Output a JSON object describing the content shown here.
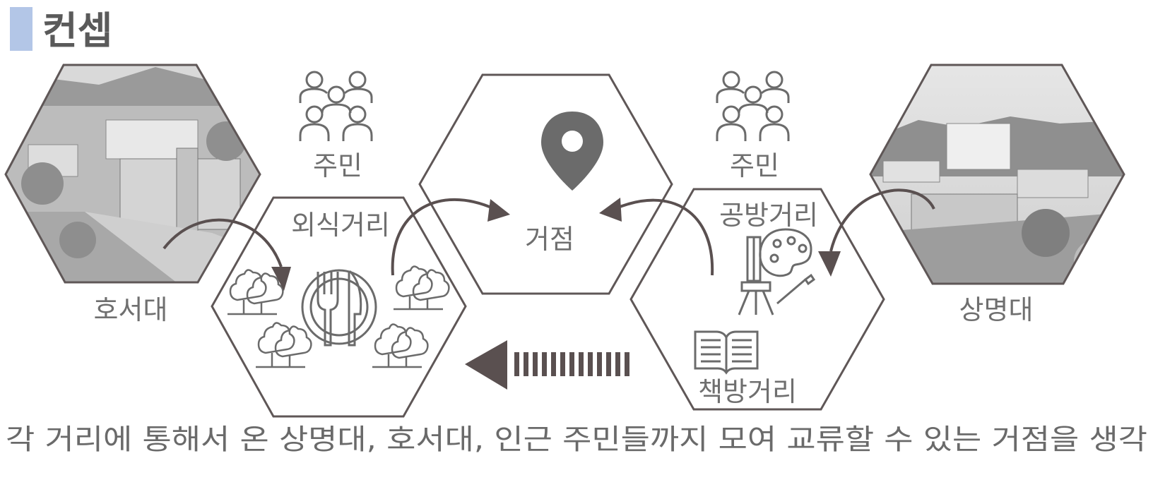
{
  "header": {
    "title": "컨셉",
    "accent_color": "#b3c6e7"
  },
  "hexagons": {
    "left_photo": {
      "label": "호서대"
    },
    "dining": {
      "label": "외식거리"
    },
    "hub": {
      "label": "거점"
    },
    "workshop": {
      "label": "공방거리",
      "label2": "책방거리"
    },
    "right_photo": {
      "label": "상명대"
    }
  },
  "residents": {
    "left_label": "주민",
    "right_label": "주민"
  },
  "footer": {
    "caption": "각 거리에 통해서 온 상명대, 호서대, 인근 주민들까지 모여 교류할 수 있는 거점을 생각"
  },
  "colors": {
    "stroke": "#5f5757",
    "text": "#6f6f6f",
    "icon": "#6b6b6b",
    "arrow": "#5a5050"
  },
  "icons": [
    "map-pin-icon",
    "people-group-icon",
    "fork-knife-plate-icon",
    "tree-icon",
    "easel-palette-icon",
    "open-book-icon"
  ]
}
